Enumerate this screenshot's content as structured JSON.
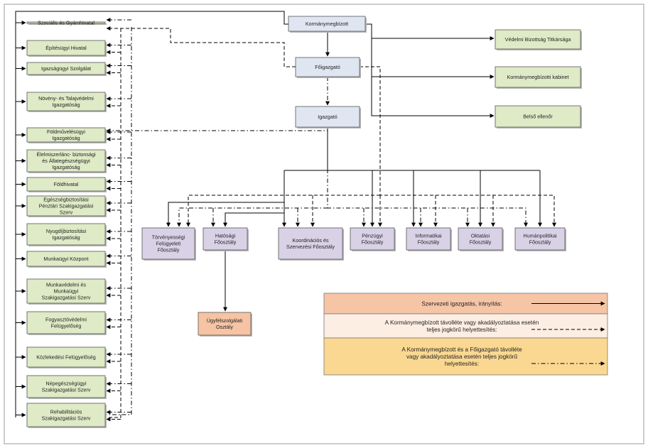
{
  "colors": {
    "green": "#dfeac6",
    "blue": "#dfe6f2",
    "purple": "#d9d2e6",
    "salmon": "#f6c4a4",
    "legend_row1": "#f6c5a6",
    "legend_row2": "#fdeee3",
    "legend_row3": "#fbd892"
  },
  "top": {
    "kormanymegbizott": "Kormánymegbízott",
    "foigazgato": "Főigazgató",
    "igazgato": "Igazgató"
  },
  "right": {
    "vedelmi": "Védelmi Bizottság Titkársága",
    "kabinet": "Kormánymegbízotti kabinet",
    "ellenor": "Belső ellenőr"
  },
  "left": [
    [
      "Szociális és Gyámhivatal"
    ],
    [
      "Építésügyi Hivatal"
    ],
    [
      "Igazságügyi Szolgálat"
    ],
    [
      "Növény- és Talajvédelmi",
      "Igazgatóság"
    ],
    [
      "Földművelésügyi",
      "Igazgatóság"
    ],
    [
      "Élelmiszerlánc- biztonsági",
      "és Állategészségügyi",
      "Igazgatóság"
    ],
    [
      "Földhivatal"
    ],
    [
      "Egészségbiztosítási",
      "Pénztári Szakigazgatási",
      "Szerv"
    ],
    [
      "Nyugdíjbiztosítási",
      "Igazgatóság"
    ],
    [
      "Munkaügyi Központ"
    ],
    [
      "Munkavédelmi és",
      "Munkaügyi",
      "Szakigazgatási Szerv"
    ],
    [
      "Fogyasztóvédelmi",
      "Felügyelőség"
    ],
    [
      "Közlekedési Felügyelőség"
    ],
    [
      "Népegészségügyi",
      "Szakigazgatási Szerv"
    ],
    [
      "Rehabilitációs",
      "Szakigazgatási Szerv"
    ]
  ],
  "departments": {
    "torvenyessegi": [
      "Törvényességi",
      "Felügyeleti",
      "Főosztály"
    ],
    "hatosagi": [
      "Hatósági",
      "Főosztály"
    ],
    "koordinacios": [
      "Koordinációs és",
      "Szervezési Főosztály"
    ],
    "penzugyi": [
      "Pénzügyi",
      "Főosztály"
    ],
    "informatikai": [
      "Informatikai",
      "Főosztály"
    ],
    "oktatasi": [
      "Oktatási",
      "Főosztály"
    ],
    "humanpolitikai": [
      "Humánpolitikai",
      "Főosztály"
    ]
  },
  "ugyfelszolgalati": [
    "Ügyfélszolgálati",
    "Osztály"
  ],
  "legend": {
    "row1": [
      "Szervezeti igazgatás, irányítás:"
    ],
    "row2": [
      "A Kormánymegbízott távolléte vagy akadályoztatása esetén",
      "teljes jogkörű helyettesítés:"
    ],
    "row3": [
      "A Kormánymegbízott és a Főigazgató távolléte",
      "vagy akadályoztatása esetén teljes jogkörű",
      "helyettesítés:"
    ]
  }
}
